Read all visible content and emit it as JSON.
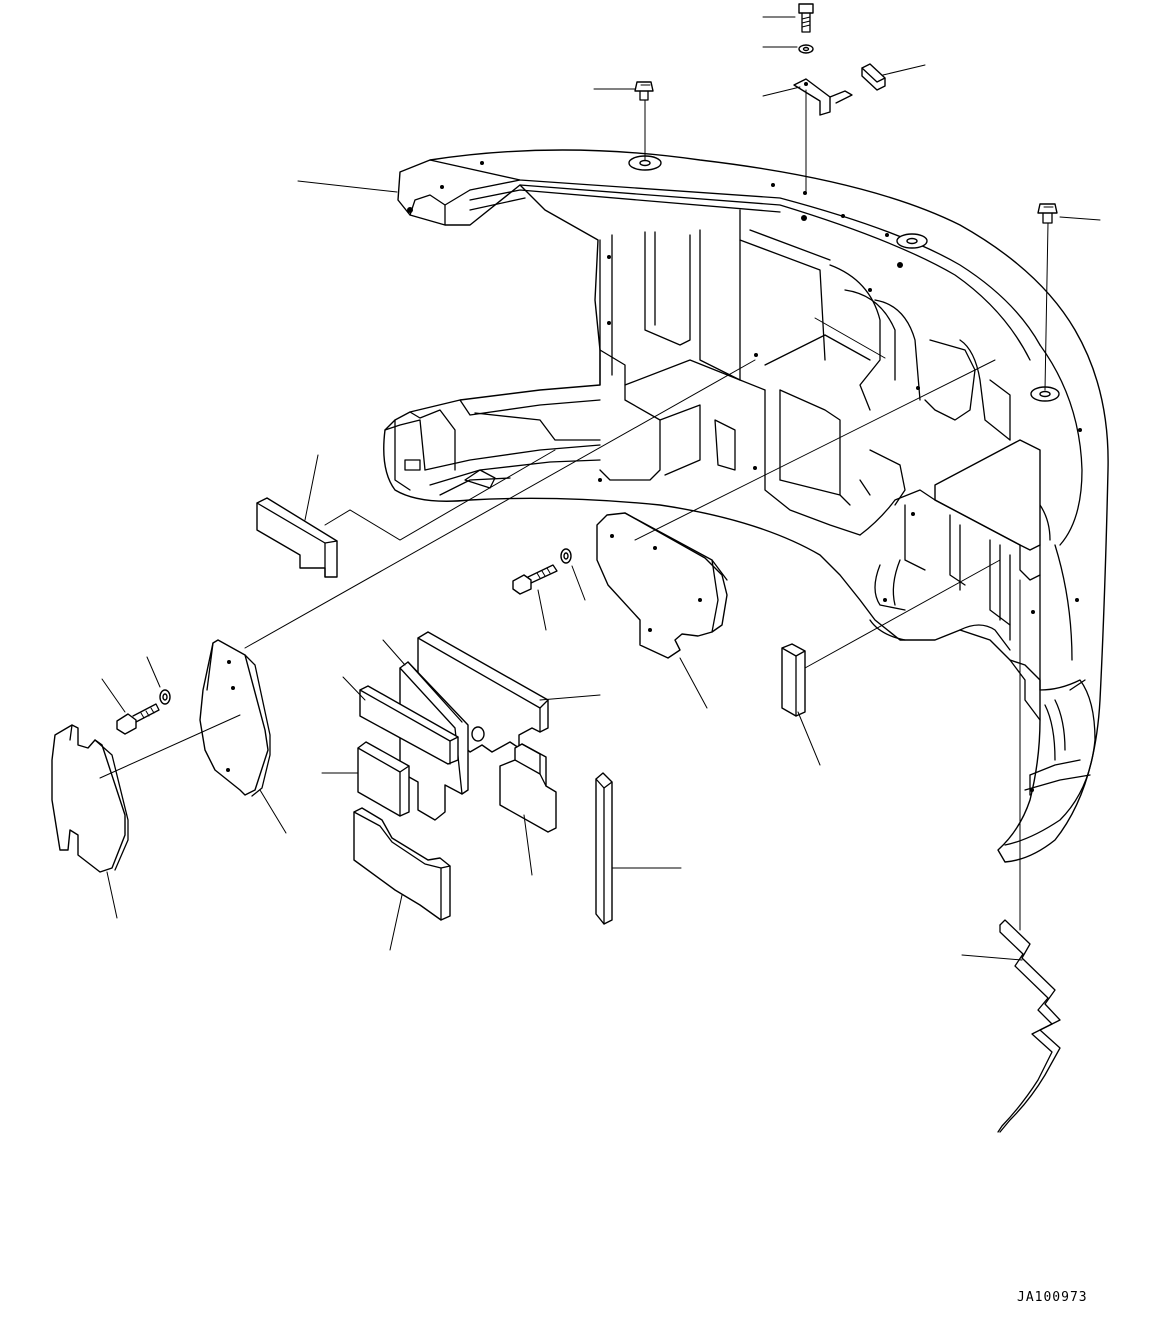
{
  "drawing_id": "JA100973",
  "parts": [
    "counterweight",
    "top-bolt",
    "top-washer",
    "top-bracket",
    "top-rubber-pad",
    "left-plug",
    "right-plug",
    "spacer-block-rear",
    "side-plate-large",
    "side-plate-outer",
    "bolt-left",
    "washer-left",
    "bolt-center",
    "washer-center",
    "shaped-plate-center",
    "shim-long",
    "shim-stepped",
    "shim-square",
    "shim-curved",
    "shim-small-step",
    "shim-bar-vertical",
    "spacer-small",
    "wire-harness-clamp"
  ]
}
